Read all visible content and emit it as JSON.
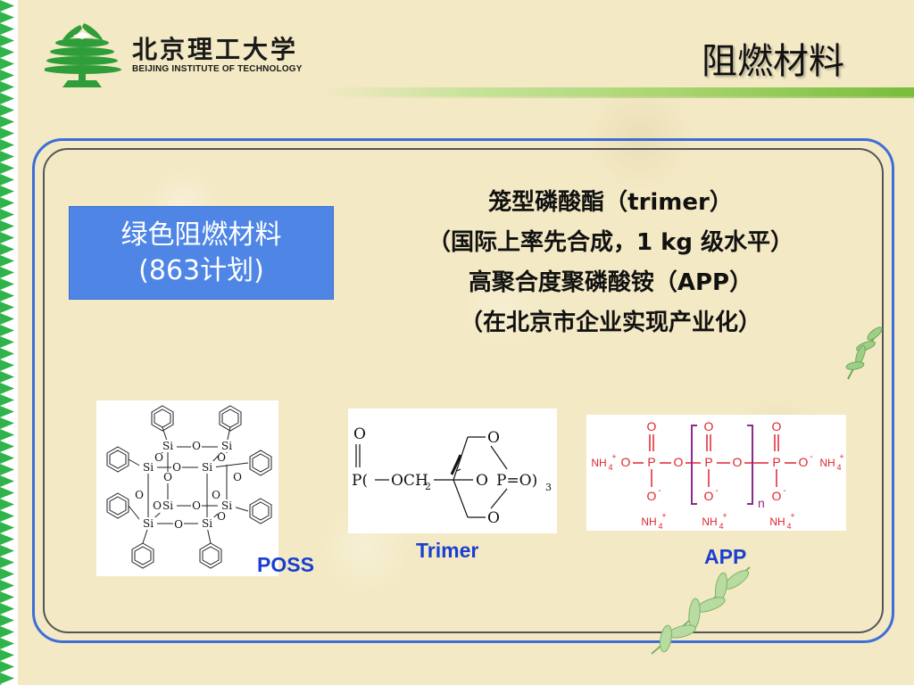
{
  "header": {
    "university_cn": "北京理工大学",
    "university_en": "BEIJING INSTITUTE OF TECHNOLOGY",
    "page_title": "阻燃材料"
  },
  "highlight": {
    "line1": "绿色阻燃材料",
    "line2": "(863计划)"
  },
  "bullets": {
    "line1": "笼型磷酸酯（trimer）",
    "line2": "（国际上率先合成，1 kg 级水平）",
    "line3": "高聚合度聚磷酸铵（APP）",
    "line4": "（在北京市企业实现产业化）"
  },
  "structures": {
    "poss": {
      "label": "POSS",
      "atom_si": "Si",
      "atom_o": "O"
    },
    "trimer": {
      "label": "Trimer",
      "top_o": "O",
      "formula_left": "P(",
      "och2": "OCH",
      "sub2": "2",
      "o_top": "O",
      "o_mid": "O",
      "p_eq": "P=O)",
      "sub3": "3",
      "o_bot": "O"
    },
    "app": {
      "label": "APP",
      "nh4": "NH",
      "four": "4",
      "plus": "+",
      "o": "O",
      "o_minus": "O",
      "minus": "-",
      "p": "P",
      "n": "n"
    }
  },
  "colors": {
    "background": "#f3e9c4",
    "frame_blue": "#3d6ed8",
    "highlight_blue": "#4f86e6",
    "label_blue": "#1a3fd0",
    "app_red": "#e0242e",
    "app_purple": "#8a2a8a",
    "strip_green": "#2fb34a"
  }
}
